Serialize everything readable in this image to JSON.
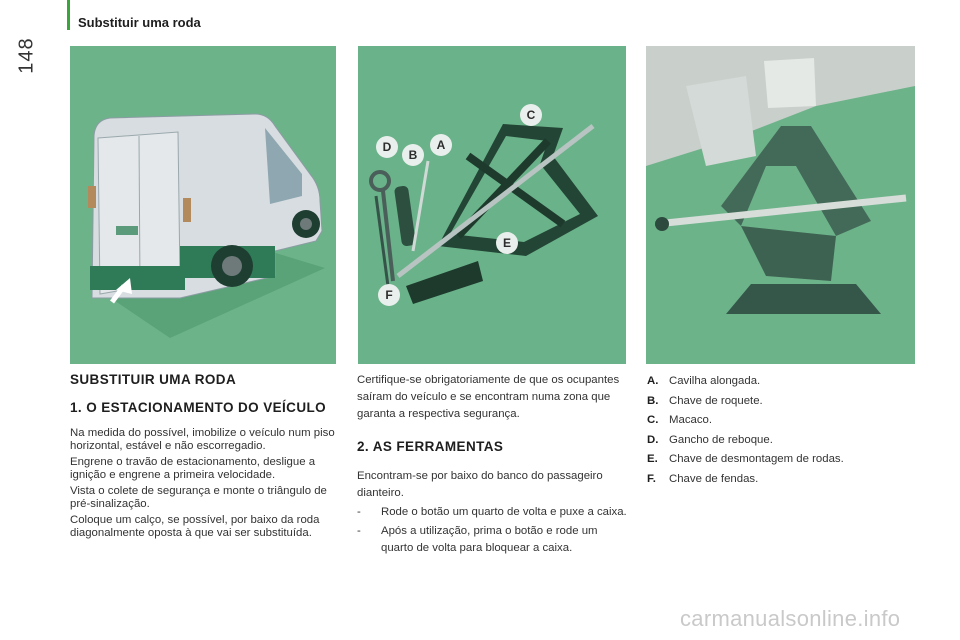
{
  "page_number": "148",
  "header": {
    "title": "Substituir uma roda"
  },
  "figures": {
    "tool_labels": [
      "A",
      "B",
      "C",
      "D",
      "E",
      "F"
    ]
  },
  "left": {
    "title": "SUBSTITUIR UMA RODA",
    "subtitle": "1. O ESTACIONAMENTO DO VEÍCULO",
    "paragraphs": [
      "Na medida do possível, imobilize o veículo num piso horizontal, estável e não escorregadio.",
      "Engrene o travão de estacionamento, desligue a ignição e engrene a primeira velocidade.",
      "Vista o colete de segurança e monte o triângulo de pré-sinalização.",
      "Coloque um calço, se possível, por baixo da roda diagonalmente oposta à que vai ser substituída."
    ]
  },
  "middle": {
    "intro": "Certifique-se obrigatoriamente de que os ocupantes saíram do veículo e se encontram numa zona que garanta a respectiva segurança.",
    "title": "2. AS FERRAMENTAS",
    "text": "Encontram-se por baixo do banco do passageiro dianteiro.",
    "items": [
      "Rode o botão um quarto de volta e puxe a caixa.",
      "Após a utilização, prima o botão e rode um quarto de volta para bloquear a caixa."
    ]
  },
  "legend": [
    {
      "key": "A.",
      "text": "Cavilha alongada."
    },
    {
      "key": "B.",
      "text": "Chave de roquete."
    },
    {
      "key": "C.",
      "text": "Macaco."
    },
    {
      "key": "D.",
      "text": "Gancho de reboque."
    },
    {
      "key": "E.",
      "text": "Chave de desmontagem de rodas."
    },
    {
      "key": "F.",
      "text": "Chave de fendas."
    }
  ],
  "watermark": "carmanualsonline.info",
  "colors": {
    "accent": "#3aa53a",
    "panel_green": "#6db38a"
  }
}
